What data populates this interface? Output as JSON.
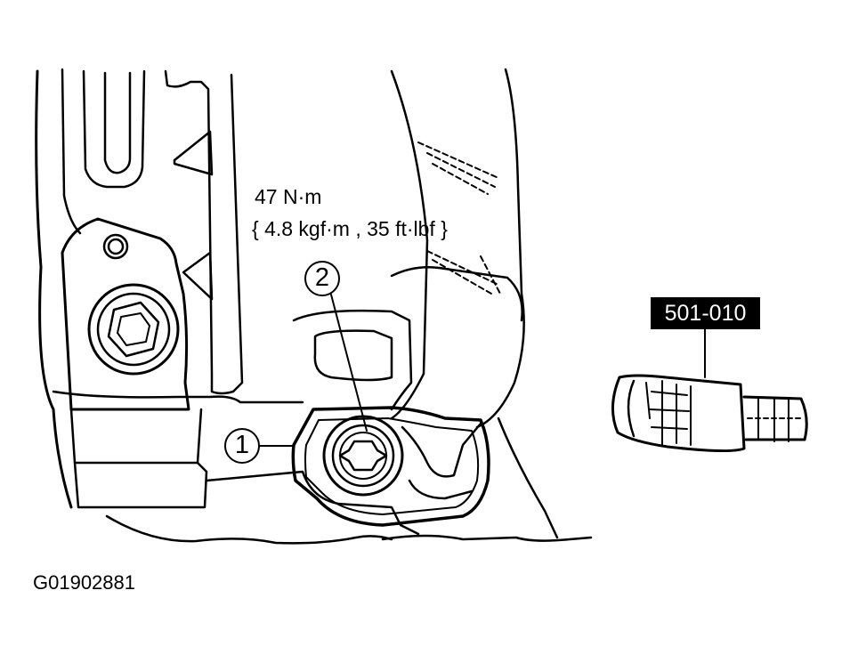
{
  "torque": {
    "value": "47 N·m",
    "conversions": "{ 4.8 kgf·m , 35 ft·lbf }"
  },
  "callouts": {
    "one": "1",
    "two": "2"
  },
  "tool": {
    "number": "501-010"
  },
  "figure": {
    "id": "G01902881"
  },
  "icons": [
    "torx-bolt-icon",
    "hex-bolt-icon",
    "socket-tool-icon"
  ],
  "colors": {
    "line": "#000000",
    "background": "#ffffff",
    "tag_fill": "#000000",
    "tag_text": "#ffffff"
  }
}
